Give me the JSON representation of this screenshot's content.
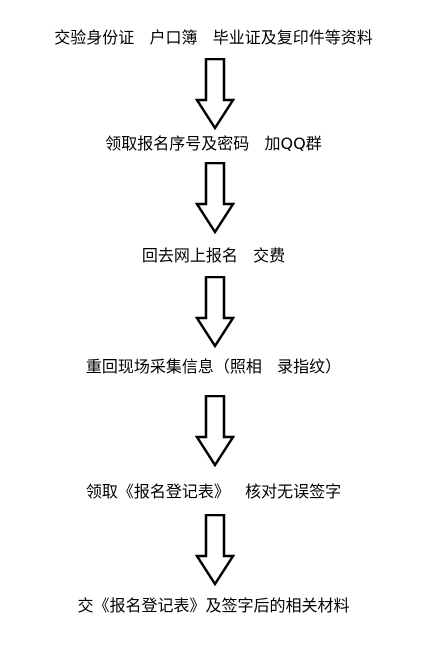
{
  "flowchart": {
    "steps": [
      "交验身份证   户口簿   毕业证及复印件等资料",
      "领取报名序号及密码   加QQ群",
      "回去网上报名   交费",
      "重回现场采集信息（照相   录指纹）",
      "领取《报名登记表》   核对无误签字",
      "交《报名登记表》及签字后的相关材料"
    ],
    "arrow_icon": "down-arrow-icon",
    "colors": {
      "text": "#000000",
      "arrow_stroke": "#000000",
      "background": "#ffffff"
    }
  }
}
